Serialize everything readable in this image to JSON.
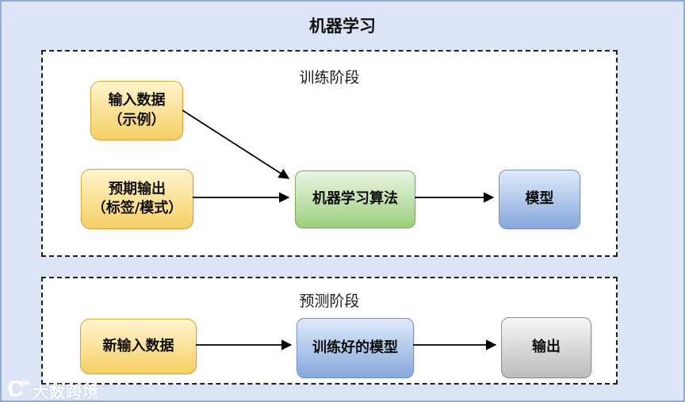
{
  "title": "机器学习",
  "colors": {
    "canvas_bg": "#dbe5f5",
    "canvas_border": "#92abd2",
    "panel_bg": "#ffffff",
    "dashed_border": "#1f1f1f",
    "yellow_top": "#fff4cf",
    "yellow_bottom": "#f6d063",
    "yellow_border": "#d2a73e",
    "green_top": "#eaf5e4",
    "green_bottom": "#9ccf7e",
    "green_border": "#7fa95f",
    "blue_top": "#dfeafa",
    "blue_bottom": "#86a8dc",
    "blue_border": "#7593c0",
    "gray_top": "#f6f6f6",
    "gray_bottom": "#bcbcbc",
    "gray_border": "#8c8c8c",
    "arrow": "#000000"
  },
  "training": {
    "label": "训练阶段",
    "input_data": {
      "line1": "输入数据",
      "line2": "（示例）"
    },
    "expected_output": {
      "line1": "预期输出",
      "line2": "（标签/模式）"
    },
    "ml_algorithm": "机器学习算法",
    "model": "模型"
  },
  "prediction": {
    "label": "预测阶段",
    "new_input_data": "新输入数据",
    "trained_model": "训练好的模型",
    "output": "输出"
  },
  "watermark": {
    "brand": "大数跨境"
  }
}
